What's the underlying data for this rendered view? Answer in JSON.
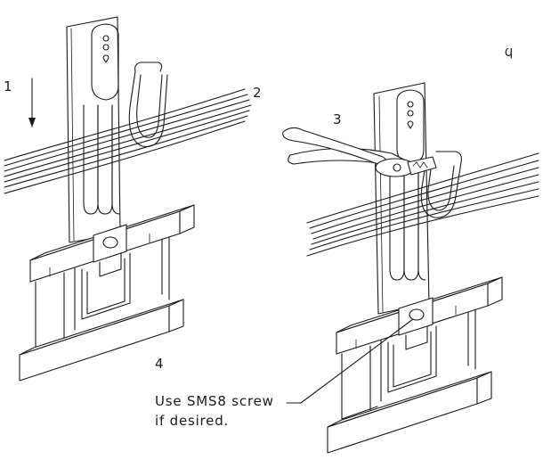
{
  "callouts": {
    "step1": "1",
    "step2": "2",
    "step3": "3",
    "step4": "4"
  },
  "note": {
    "line1": "Use SMS8 screw",
    "line2": "if desired."
  },
  "corner_mark": "Ϥ"
}
